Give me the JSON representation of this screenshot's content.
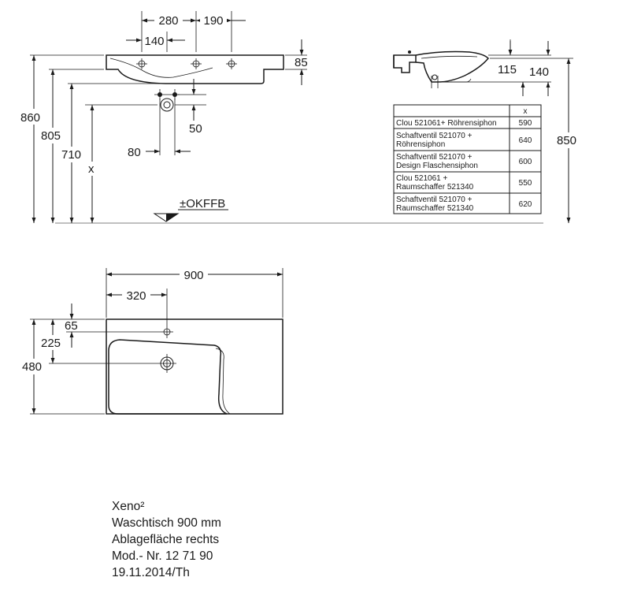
{
  "front_view": {
    "dims": {
      "d280": "280",
      "d190": "190",
      "d140": "140",
      "d85": "85",
      "d860": "860",
      "d805": "805",
      "d710": "710",
      "dx": "x",
      "d50": "50",
      "d80": "80"
    },
    "floor_label": "±OKFFB"
  },
  "side_view": {
    "dims": {
      "d115": "115",
      "d140": "140",
      "d850": "850"
    }
  },
  "table": {
    "header_x": "x",
    "rows": [
      {
        "l1": "Clou 521061+ Röhrensiphon",
        "l2": "",
        "value": "590"
      },
      {
        "l1": "Schaftventil 521070 +",
        "l2": "Röhrensiphon",
        "value": "640"
      },
      {
        "l1": "Schaftventil 521070 +",
        "l2": "Design Flaschensiphon",
        "value": "600"
      },
      {
        "l1": "Clou 521061 +",
        "l2": "Raumschaffer 521340",
        "value": "550"
      },
      {
        "l1": "Schaftventil 521070 +",
        "l2": "Raumschaffer 521340",
        "value": "620"
      }
    ]
  },
  "top_view": {
    "dims": {
      "d900": "900",
      "d320": "320",
      "d65": "65",
      "d225": "225",
      "d480": "480"
    }
  },
  "caption": {
    "line1": "Xeno²",
    "line2": "Waschtisch 900 mm",
    "line3": "Ablagefläche rechts",
    "line4": "Mod.- Nr. 12 71 90",
    "line5": "19.11.2014/Th"
  }
}
